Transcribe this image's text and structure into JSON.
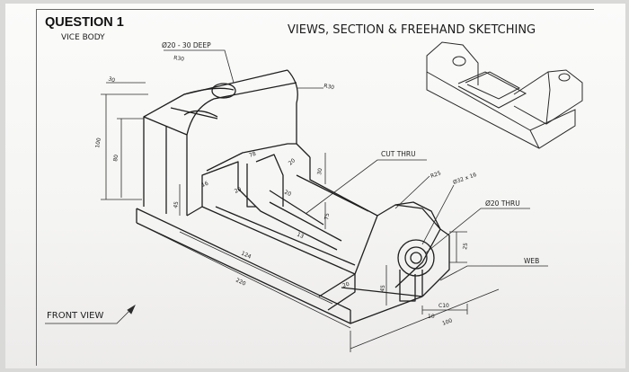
{
  "header": {
    "question": "QUESTION 1",
    "subject": "VICE BODY",
    "title": "VIEWS, SECTION & FREEHAND SKETCHING"
  },
  "labels": {
    "front_view": "FRONT VIEW",
    "hole_top": "Ø20 - 30 DEEP",
    "cut_thru": "CUT THRU",
    "hole_thru": "Ø20 THRU",
    "web": "WEB"
  },
  "dimensions": {
    "top_r1": "R30",
    "top_r2": "R30",
    "d30": "30",
    "h100": "100",
    "h80": "80",
    "d78": "78",
    "d20a": "20",
    "d16": "16",
    "d20b": "20",
    "d20c": "20",
    "d30b": "30",
    "d45": "45",
    "d75": "75",
    "d124": "124",
    "d220": "220",
    "d13": "13",
    "r25": "R25",
    "hole32": "Ø32 x 16",
    "d25": "25",
    "d20d": "20",
    "d10": "10",
    "c10": "C10",
    "d100": "100",
    "d45b": "45"
  },
  "colors": {
    "line": "#1f1f1f",
    "paper": "#f7f7f5"
  }
}
